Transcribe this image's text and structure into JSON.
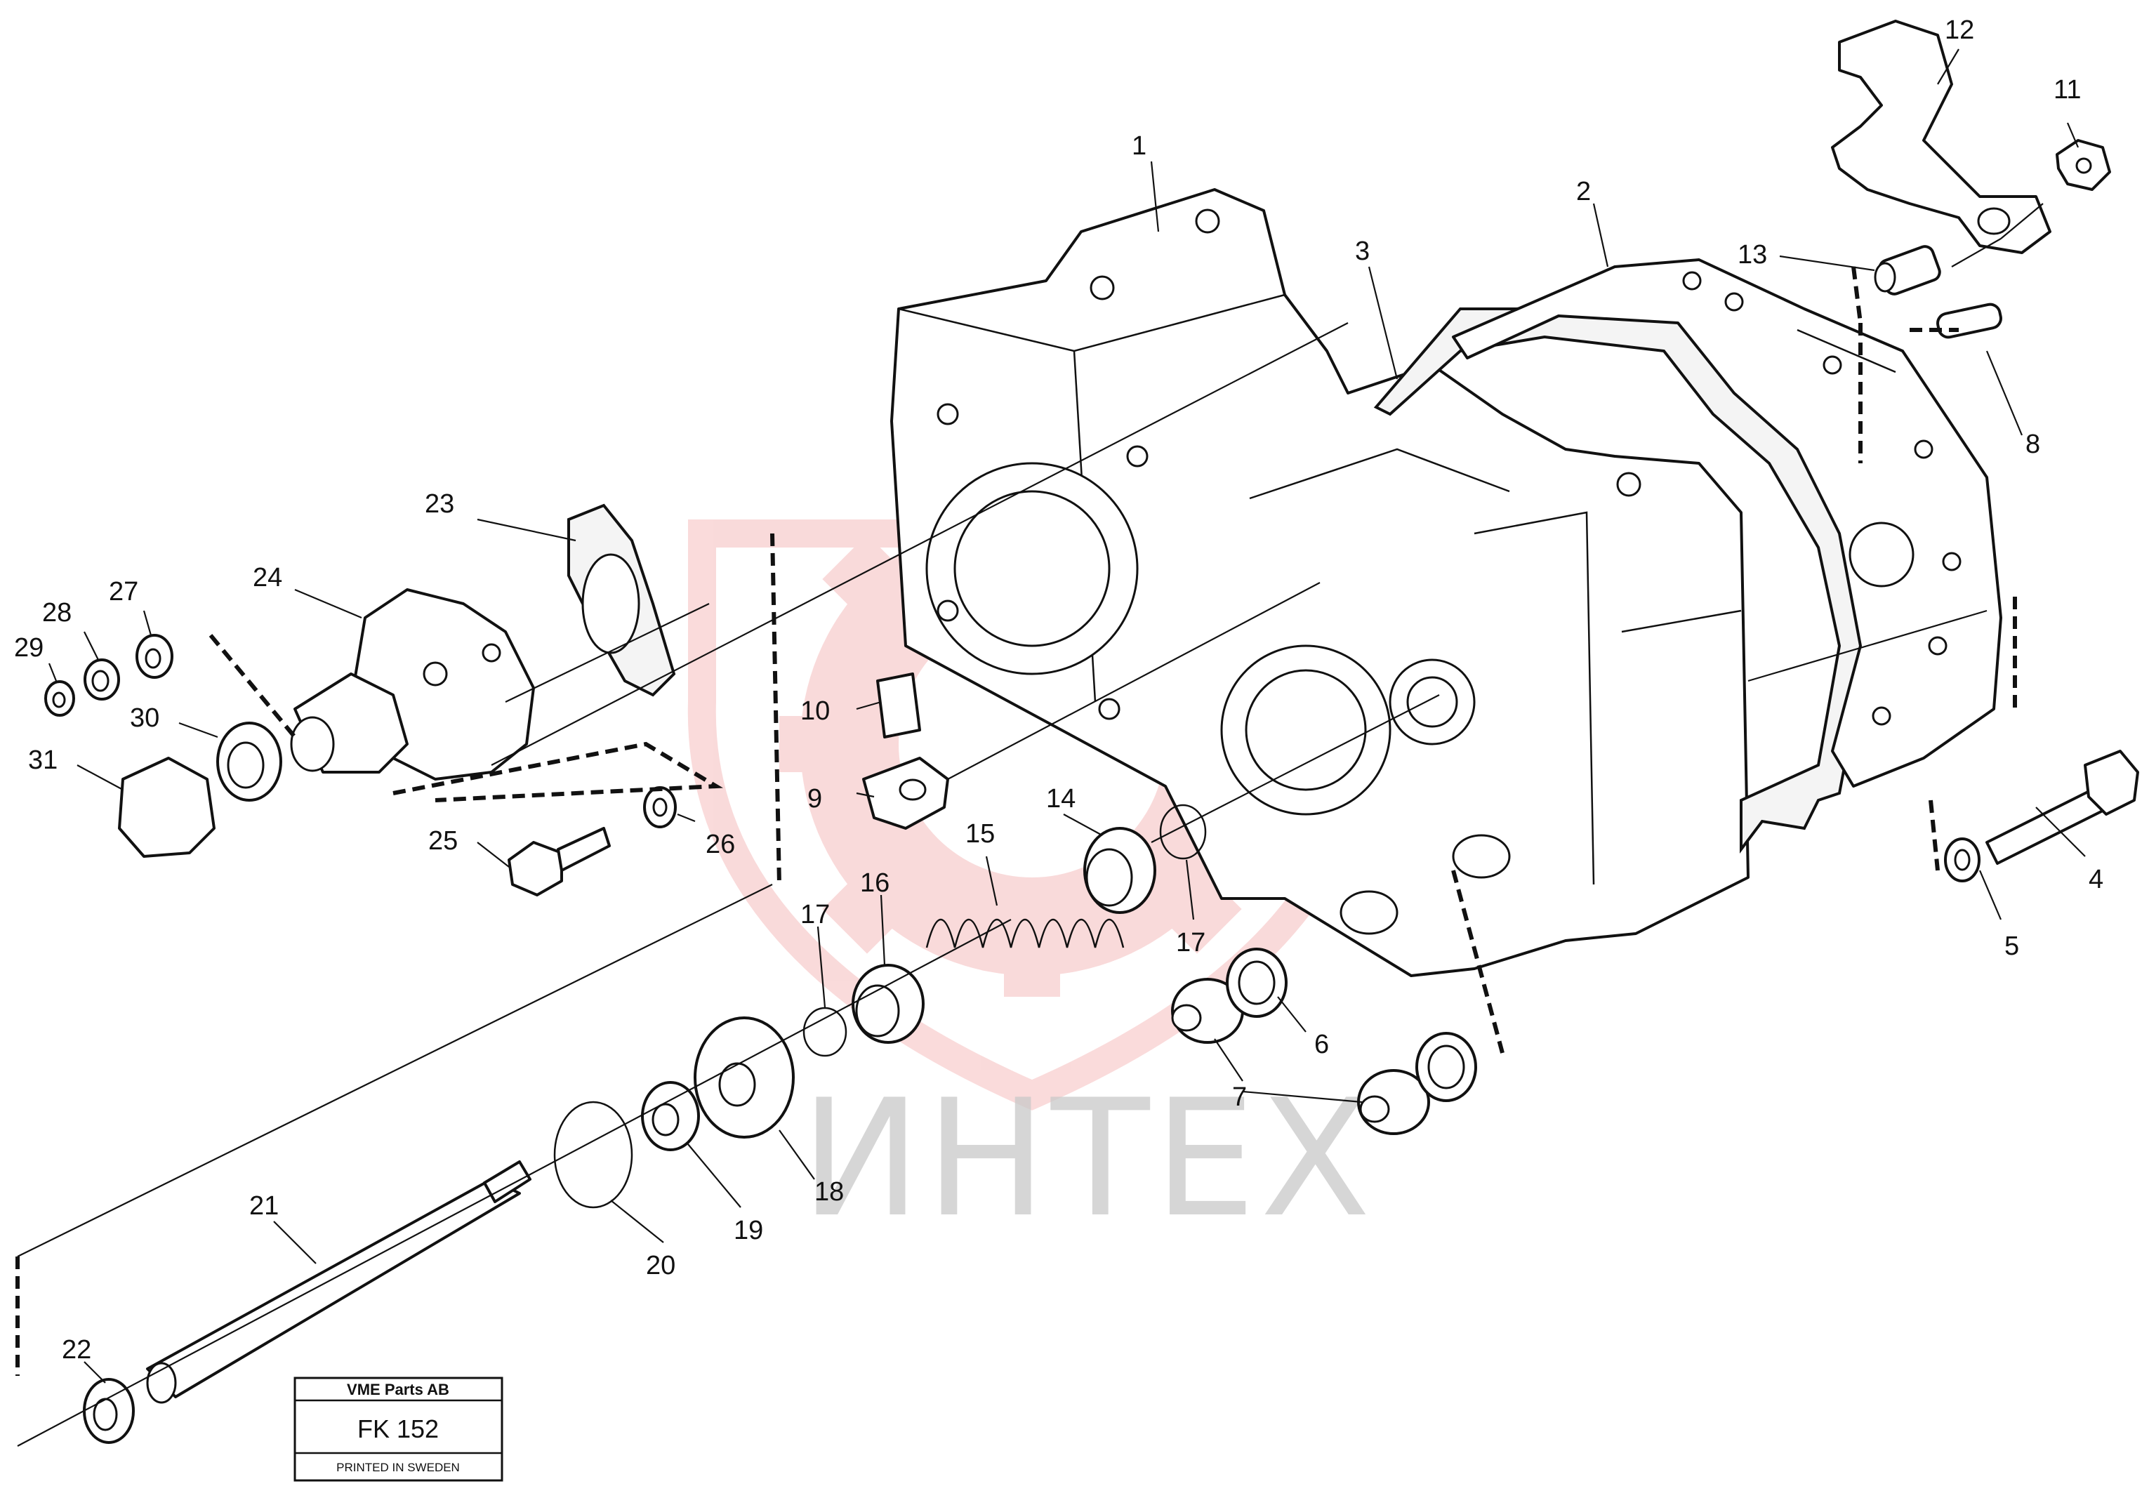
{
  "watermark": {
    "text": "ИНТЕХ",
    "logo_color": "#e23a3a"
  },
  "stamp": {
    "company": "VME Parts AB",
    "code": "FK 152",
    "note": "PRINTED IN SWEDEN"
  },
  "callouts": [
    "1",
    "2",
    "3",
    "4",
    "5",
    "6",
    "7",
    "8",
    "9",
    "10",
    "11",
    "12",
    "13",
    "14",
    "15",
    "16",
    "17",
    "17",
    "18",
    "19",
    "20",
    "21",
    "22",
    "23",
    "24",
    "25",
    "26",
    "27",
    "28",
    "29",
    "30",
    "31"
  ],
  "colors": {
    "line": "#111111",
    "watermark_text": "#c9c9c9",
    "watermark_logo": "#e23a3a"
  }
}
